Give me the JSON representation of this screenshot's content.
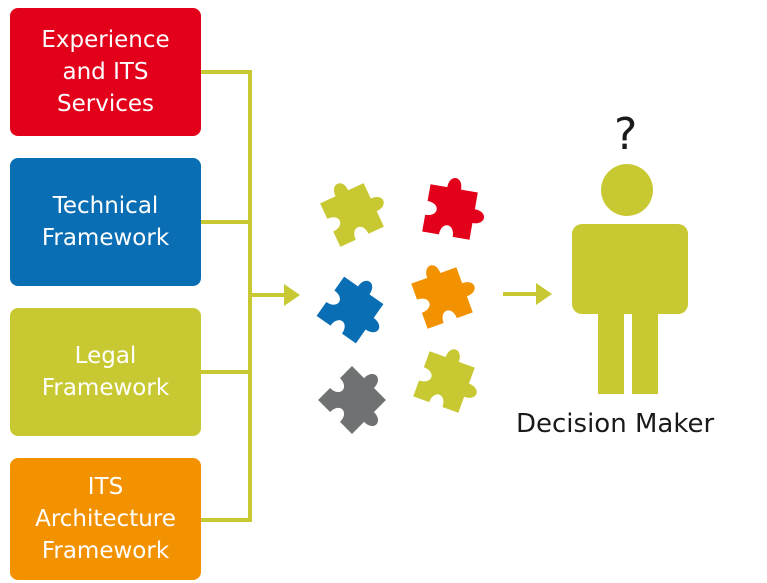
{
  "colors": {
    "red": "#e2001a",
    "blue": "#0a6eb4",
    "green": "#c8c832",
    "orange": "#f39200",
    "gray": "#6f7272",
    "connector": "#c8c832"
  },
  "boxes": [
    {
      "lines": [
        "Experience",
        "and ITS",
        "Services"
      ],
      "color": "#e2001a"
    },
    {
      "lines": [
        "Technical",
        "Framework"
      ],
      "color": "#0a6eb4"
    },
    {
      "lines": [
        "Legal",
        "Framework"
      ],
      "color": "#c8c832"
    },
    {
      "lines": [
        "ITS",
        "Architecture",
        "Framework"
      ],
      "color": "#f39200"
    }
  ],
  "puzzle_pieces": [
    {
      "name": "puzzle-piece-green-1",
      "color": "#c8c832"
    },
    {
      "name": "puzzle-piece-red",
      "color": "#e2001a"
    },
    {
      "name": "puzzle-piece-blue",
      "color": "#0a6eb4"
    },
    {
      "name": "puzzle-piece-orange",
      "color": "#f39200"
    },
    {
      "name": "puzzle-piece-gray",
      "color": "#6f7272"
    },
    {
      "name": "puzzle-piece-green-2",
      "color": "#c8c832"
    }
  ],
  "person": {
    "icon": "person-icon",
    "color": "#c8c832"
  },
  "question_mark": "?",
  "caption": "Decision Maker"
}
